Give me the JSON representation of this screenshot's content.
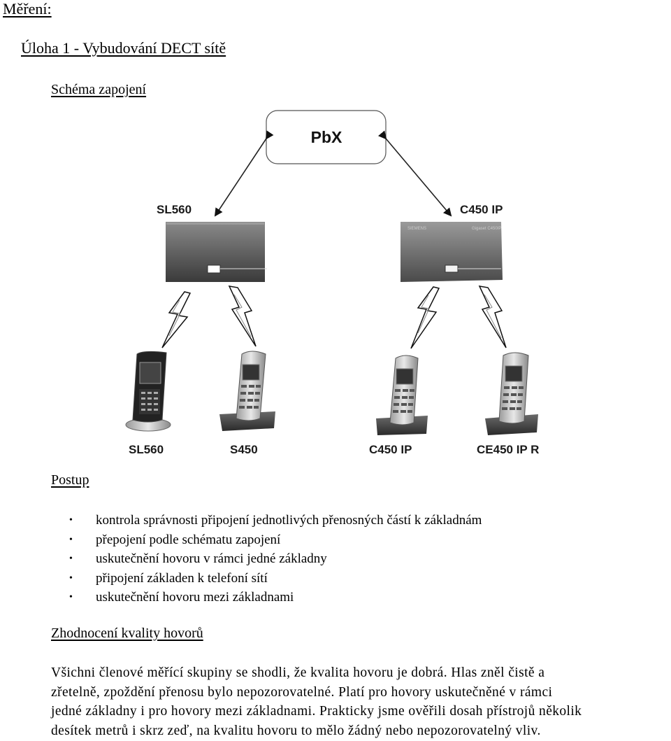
{
  "headings": {
    "measurement": "Měření:",
    "task": "Úloha 1 - Vybudování DECT sítě",
    "scheme": "Schéma zapojení",
    "procedure": "Postup",
    "evaluation": "Zhodnocení kvality hovorů"
  },
  "diagram": {
    "pbx_label": "PbX",
    "base_left_label": "SL560",
    "base_right_label": "C450 IP",
    "base_right_brand": "SIEMENS",
    "base_right_model": "Gigaset C450IP",
    "handsets": [
      "SL560",
      "S450",
      "C450 IP",
      "CE450 IP R"
    ],
    "icons": [
      "pbx-box",
      "base-station-icon",
      "lightning-signal-icon",
      "cordless-phone-icon"
    ]
  },
  "steps": [
    "kontrola správnosti připojení jednotlivých přenosných částí k základnám",
    "přepojení podle schématu zapojení",
    "uskutečnění hovoru v rámci jedné základny",
    "připojení základen k telefoní sítí",
    "uskutečnění hovoru mezi základnami"
  ],
  "evaluation_text": "Všichni členové měřící skupiny se shodli, že kvalita hovoru je dobrá. Hlas zněl čistě a\nzřetelně, zpoždění přenosu bylo nepozorovatelné. Platí pro hovory uskutečněné v rámci\njedné základny i pro hovory mezi základnami. Prakticky jsme ověřili dosah přístrojů několik\ndesítek metrů i skrz zeď, na kvalitu hovoru to mělo žádný nebo nepozorovatelný vliv."
}
